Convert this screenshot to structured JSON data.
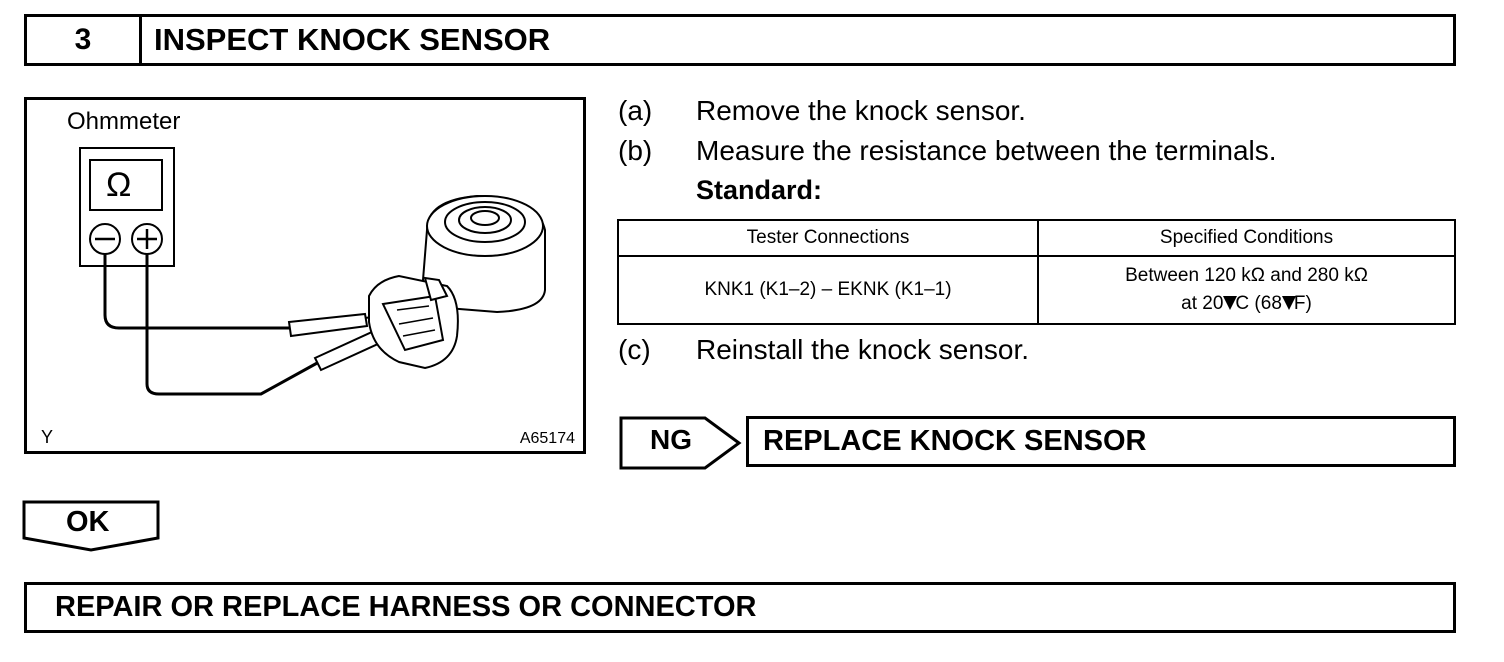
{
  "step": {
    "number": "3",
    "title": "INSPECT KNOCK SENSOR"
  },
  "figure": {
    "meter_label": "Ohmmeter",
    "meter_symbol": "Ω",
    "corner_mark": "Y",
    "figure_code": "A65174"
  },
  "instructions": [
    {
      "letter": "(a)",
      "text": "Remove the knock sensor."
    },
    {
      "letter": "(b)",
      "text": "Measure the resistance between the terminals."
    },
    {
      "letter": "(c)",
      "text": "Reinstall the knock sensor."
    }
  ],
  "standard_label": "Standard:",
  "spec_table": {
    "headers": [
      "Tester Connections",
      "Specified Conditions"
    ],
    "rows": [
      {
        "connection": "KNK1 (K1–2) – EKNK (K1–1)",
        "condition_line1": "Between 120 kΩ and 280 kΩ",
        "condition_line2_a": "at 20",
        "condition_line2_b": "C (68",
        "condition_line2_c": "F)"
      }
    ]
  },
  "ng": {
    "label": "NG",
    "result": "REPLACE KNOCK SENSOR"
  },
  "ok": {
    "label": "OK",
    "result": "REPAIR OR REPLACE HARNESS OR CONNECTOR"
  }
}
